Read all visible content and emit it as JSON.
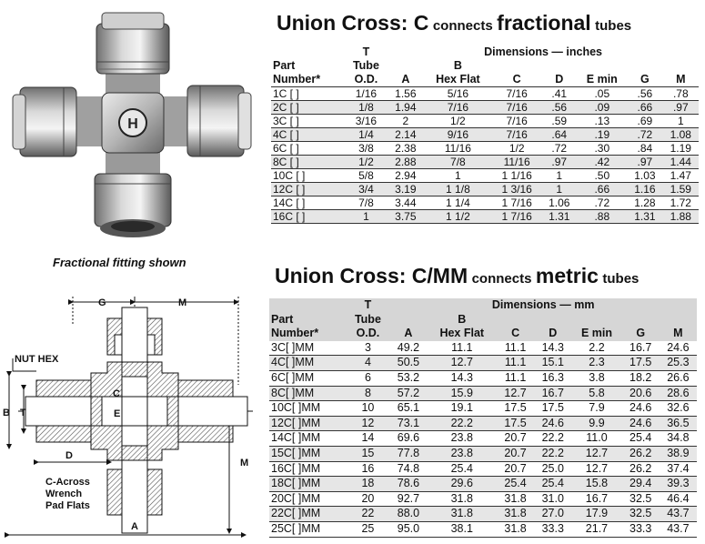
{
  "photo_caption": "Fractional fitting shown",
  "fractional": {
    "title_main": "Union Cross: C",
    "title_connects": "connects",
    "title_kind": "fractional",
    "title_tubes": "tubes",
    "header": {
      "part": "Part",
      "number": "Number*",
      "t": "T",
      "tube": "Tube",
      "od": "O.D.",
      "dims": "Dimensions — inches",
      "a": "A",
      "b": "B",
      "hexflat": "Hex Flat",
      "c": "C",
      "d": "D",
      "emin": "E min",
      "g": "G",
      "m": "M"
    },
    "rows": [
      [
        "1C [ ]",
        "1/16",
        "1.56",
        "5/16",
        "7/16",
        ".41",
        ".05",
        ".56",
        ".78"
      ],
      [
        "2C [ ]",
        "1/8",
        "1.94",
        "7/16",
        "7/16",
        ".56",
        ".09",
        ".66",
        ".97"
      ],
      [
        "3C [ ]",
        "3/16",
        "2",
        "1/2",
        "7/16",
        ".59",
        ".13",
        ".69",
        "1"
      ],
      [
        "4C [ ]",
        "1/4",
        "2.14",
        "9/16",
        "7/16",
        ".64",
        ".19",
        ".72",
        "1.08"
      ],
      [
        "6C [ ]",
        "3/8",
        "2.38",
        "11/16",
        "1/2",
        ".72",
        ".30",
        ".84",
        "1.19"
      ],
      [
        "8C [ ]",
        "1/2",
        "2.88",
        "7/8",
        "11/16",
        ".97",
        ".42",
        ".97",
        "1.44"
      ],
      [
        "10C [ ]",
        "5/8",
        "2.94",
        "1",
        "1 1/16",
        "1",
        ".50",
        "1.03",
        "1.47"
      ],
      [
        "12C [ ]",
        "3/4",
        "3.19",
        "1 1/8",
        "1 3/16",
        "1",
        ".66",
        "1.16",
        "1.59"
      ],
      [
        "14C [ ]",
        "7/8",
        "3.44",
        "1 1/4",
        "1 7/16",
        "1.06",
        ".72",
        "1.28",
        "1.72"
      ],
      [
        "16C [ ]",
        "1",
        "3.75",
        "1 1/2",
        "1 7/16",
        "1.31",
        ".88",
        "1.31",
        "1.88"
      ]
    ]
  },
  "metric": {
    "title_main": "Union Cross: C/MM",
    "title_connects": "connects",
    "title_kind": "metric",
    "title_tubes": "tubes",
    "header": {
      "part": "Part",
      "number": "Number*",
      "t": "T",
      "tube": "Tube",
      "od": "O.D.",
      "dims": "Dimensions — mm",
      "a": "A",
      "b": "B",
      "hexflat": "Hex Flat",
      "c": "C",
      "d": "D",
      "emin": "E min",
      "g": "G",
      "m": "M"
    },
    "rows": [
      [
        "3C[ ]MM",
        "3",
        "49.2",
        "11.1",
        "11.1",
        "14.3",
        "2.2",
        "16.7",
        "24.6"
      ],
      [
        "4C[ ]MM",
        "4",
        "50.5",
        "12.7",
        "11.1",
        "15.1",
        "2.3",
        "17.5",
        "25.3"
      ],
      [
        "6C[ ]MM",
        "6",
        "53.2",
        "14.3",
        "11.1",
        "16.3",
        "3.8",
        "18.2",
        "26.6"
      ],
      [
        "8C[ ]MM",
        "8",
        "57.2",
        "15.9",
        "12.7",
        "16.7",
        "5.8",
        "20.6",
        "28.6"
      ],
      [
        "10C[ ]MM",
        "10",
        "65.1",
        "19.1",
        "17.5",
        "17.5",
        "7.9",
        "24.6",
        "32.6"
      ],
      [
        "12C[ ]MM",
        "12",
        "73.1",
        "22.2",
        "17.5",
        "24.6",
        "9.9",
        "24.6",
        "36.5"
      ],
      [
        "14C[ ]MM",
        "14",
        "69.6",
        "23.8",
        "20.7",
        "22.2",
        "11.0",
        "25.4",
        "34.8"
      ],
      [
        "15C[ ]MM",
        "15",
        "77.8",
        "23.8",
        "20.7",
        "22.2",
        "12.7",
        "26.2",
        "38.9"
      ],
      [
        "16C[ ]MM",
        "16",
        "74.8",
        "25.4",
        "20.7",
        "25.0",
        "12.7",
        "26.2",
        "37.4"
      ],
      [
        "18C[ ]MM",
        "18",
        "78.6",
        "29.6",
        "25.4",
        "25.4",
        "15.8",
        "29.4",
        "39.3"
      ],
      [
        "20C[ ]MM",
        "20",
        "92.7",
        "31.8",
        "31.8",
        "31.0",
        "16.7",
        "32.5",
        "46.4"
      ],
      [
        "22C[ ]MM",
        "22",
        "88.0",
        "31.8",
        "31.8",
        "27.0",
        "17.9",
        "32.5",
        "43.7"
      ],
      [
        "25C[ ]MM",
        "25",
        "95.0",
        "38.1",
        "31.8",
        "33.3",
        "21.7",
        "33.3",
        "43.7"
      ]
    ]
  },
  "diagram": {
    "g": "G",
    "m_top": "M",
    "nut_hex": "NUT HEX",
    "b": "B",
    "t": "T",
    "e": "E",
    "c": "C",
    "m_side": "M",
    "d": "D",
    "c_across": "C-Across",
    "wrench": "Wrench",
    "pad_flats": "Pad Flats",
    "a": "A"
  }
}
